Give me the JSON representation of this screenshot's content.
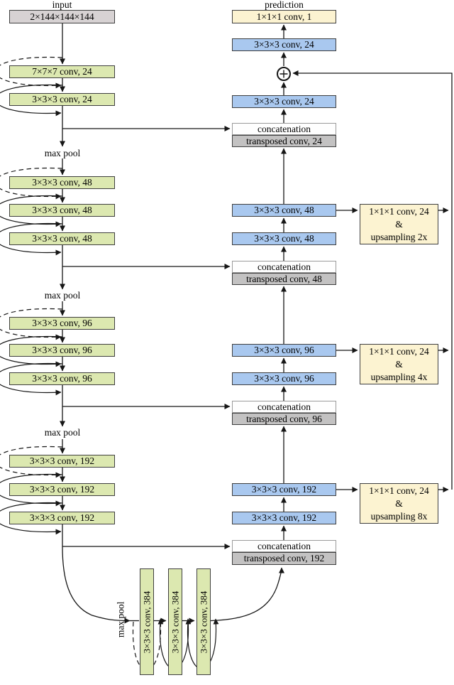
{
  "labels": {
    "input": "input",
    "prediction": "prediction",
    "max_pool": "max pool"
  },
  "colors": {
    "encoder_box": "#dce8b0",
    "decoder_box": "#a9c8ef",
    "output_box": "#fcf3d1",
    "input_box": "#d7d2d3",
    "transposed_box": "#c3c2c2",
    "concat_box": "#fefefe",
    "line": "#161616"
  },
  "input_box": "2×144×144×144",
  "encoder": {
    "stage1": [
      "7×7×7 conv, 24",
      "3×3×3 conv, 24"
    ],
    "stage2": [
      "3×3×3 conv, 48",
      "3×3×3 conv, 48",
      "3×3×3 conv, 48"
    ],
    "stage3": [
      "3×3×3 conv, 96",
      "3×3×3 conv, 96",
      "3×3×3 conv, 96"
    ],
    "stage4": [
      "3×3×3 conv, 192",
      "3×3×3 conv, 192",
      "3×3×3 conv, 192"
    ],
    "bottleneck": [
      "3×3×3 conv, 384",
      "3×3×3 conv, 384",
      "3×3×3 conv, 384"
    ]
  },
  "decoder": {
    "prediction_box": "1×1×1 conv, 1",
    "stage1": {
      "conv_after_sum": "3×3×3 conv, 24",
      "conv": "3×3×3 conv, 24",
      "concat": "concatenation",
      "transposed": "transposed conv, 24"
    },
    "stage2": {
      "conv_a": "3×3×3 conv, 48",
      "conv_b": "3×3×3 conv, 48",
      "concat": "concatenation",
      "transposed": "transposed conv, 48"
    },
    "stage3": {
      "conv_a": "3×3×3 conv, 96",
      "conv_b": "3×3×3 conv, 96",
      "concat": "concatenation",
      "transposed": "transposed conv, 96"
    },
    "stage4": {
      "conv_a": "3×3×3 conv, 192",
      "conv_b": "3×3×3 conv, 192",
      "concat": "concatenation",
      "transposed": "transposed conv, 192"
    }
  },
  "side_outputs": [
    {
      "line1": "1×1×1 conv, 24",
      "line2": "&",
      "line3": "upsampling 2x"
    },
    {
      "line1": "1×1×1 conv, 24",
      "line2": "&",
      "line3": "upsampling 4x"
    },
    {
      "line1": "1×1×1 conv, 24",
      "line2": "&",
      "line3": "upsampling 8x"
    }
  ]
}
